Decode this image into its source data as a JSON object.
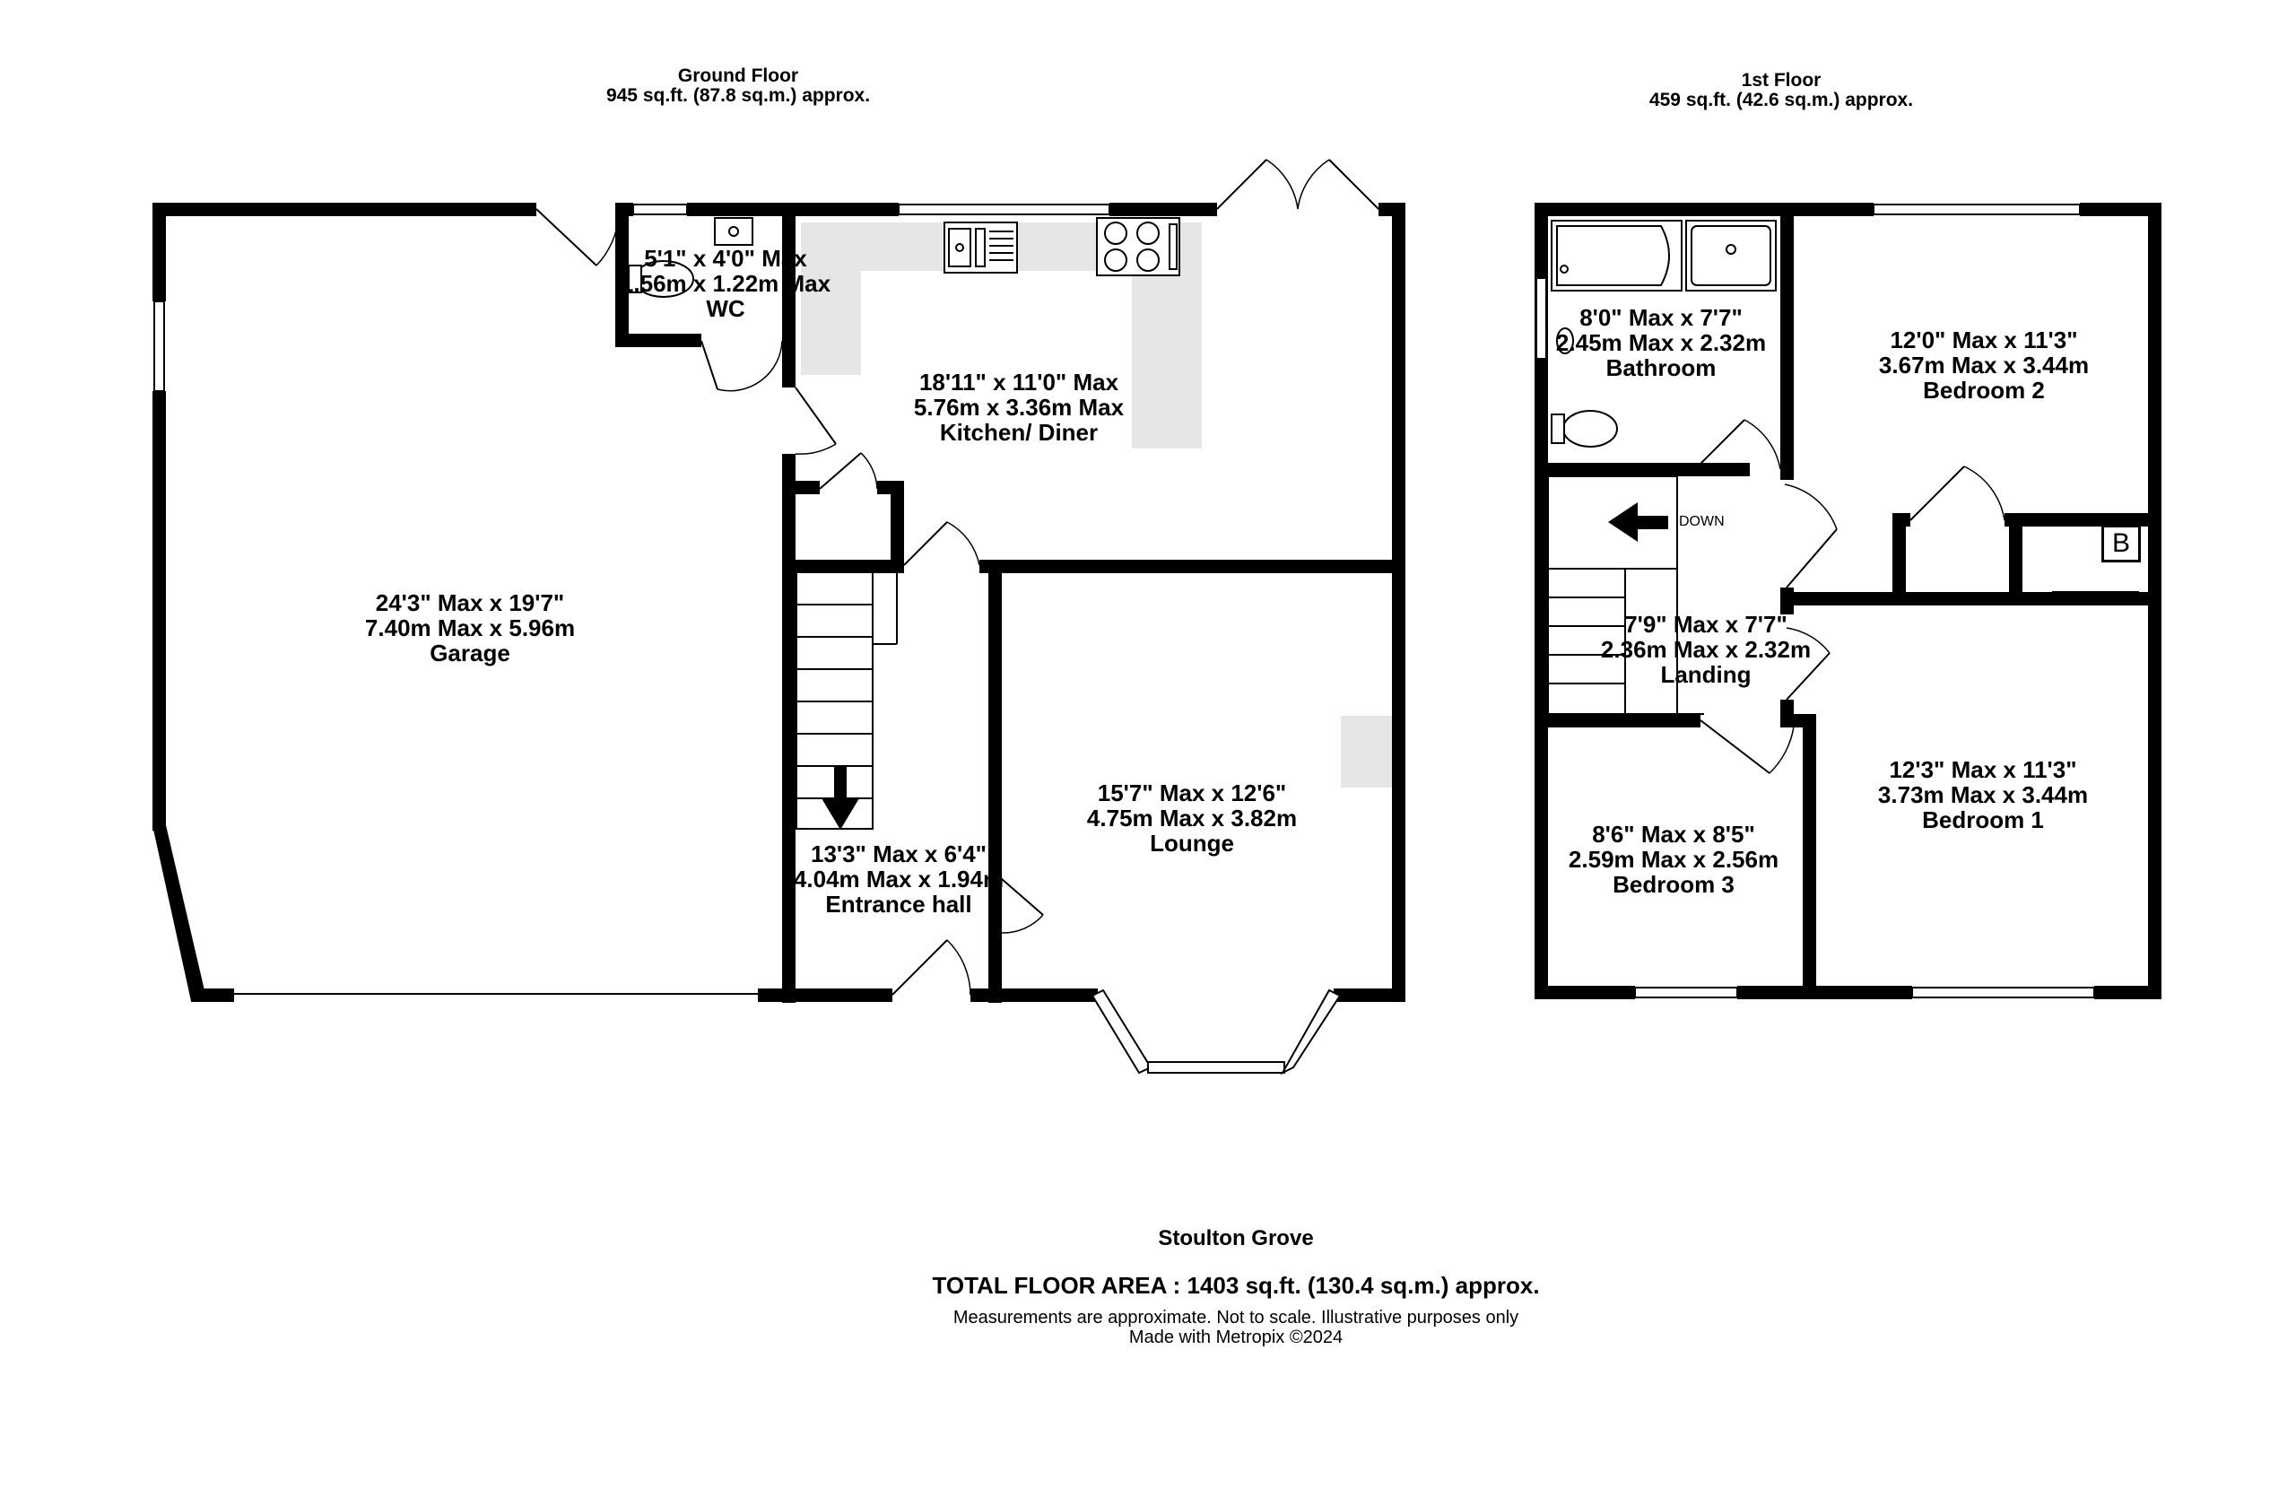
{
  "floors": [
    {
      "title": "Ground Floor",
      "area": "945 sq.ft. (87.8 sq.m.) approx."
    },
    {
      "title": "1st Floor",
      "area": "459 sq.ft. (42.6 sq.m.) approx."
    }
  ],
  "rooms": {
    "wc": {
      "imperial": "5'1\"  x 4'0\" Max",
      "metric": "1.56m  x 1.22m Max",
      "name": "WC"
    },
    "kitchen": {
      "imperial": "18'11\"  x 11'0\" Max",
      "metric": "5.76m  x 3.36m Max",
      "name": "Kitchen/ Diner"
    },
    "garage": {
      "imperial": "24'3\" Max x 19'7\"",
      "metric": "7.40m Max x 5.96m",
      "name": "Garage"
    },
    "lounge": {
      "imperial": "15'7\" Max x 12'6\"",
      "metric": "4.75m Max x 3.82m",
      "name": "Lounge"
    },
    "hall": {
      "imperial": "13'3\" Max x 6'4\"",
      "metric": "4.04m Max x 1.94m",
      "name": "Entrance hall"
    },
    "bathroom": {
      "imperial": "8'0\" Max x 7'7\"",
      "metric": "2.45m Max x 2.32m",
      "name": "Bathroom"
    },
    "bedroom2": {
      "imperial": "12'0\" Max x 11'3\"",
      "metric": "3.67m Max x 3.44m",
      "name": "Bedroom 2"
    },
    "landing": {
      "imperial": "7'9\" Max x 7'7\"",
      "metric": "2.36m Max x 2.32m",
      "name": "Landing"
    },
    "bedroom1": {
      "imperial": "12'3\" Max x 11'3\"",
      "metric": "3.73m Max x 3.44m",
      "name": "Bedroom 1"
    },
    "bedroom3": {
      "imperial": "8'6\" Max x 8'5\"",
      "metric": "2.59m Max x 2.56m",
      "name": "Bedroom 3"
    }
  },
  "stairs_label": "DOWN",
  "boiler_label": "B",
  "footer": {
    "property": "Stoulton Grove",
    "total_area": "TOTAL FLOOR AREA : 1403 sq.ft. (130.4 sq.m.) approx.",
    "disclaimer": "Measurements are approximate.  Not to scale.  Illustrative purposes only",
    "credit": "Made with Metropix ©2024"
  },
  "colors": {
    "wall": "#000000",
    "fitting": "#e6e6e6"
  }
}
